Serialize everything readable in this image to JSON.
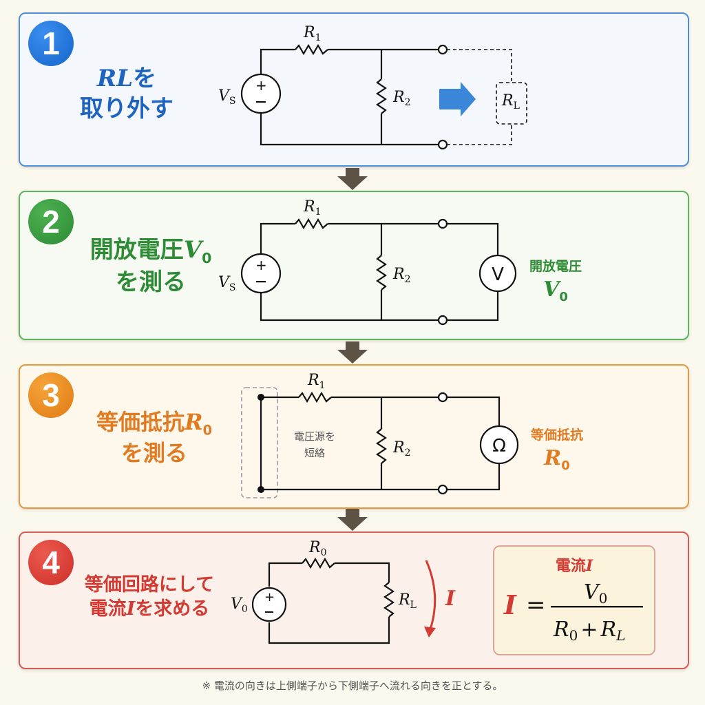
{
  "colors": {
    "step1": "#1d63bf",
    "step2": "#2e8b35",
    "step3": "#e07b22",
    "step4": "#d23a33",
    "arrow": "#5c5346",
    "blue_arrow": "#3a86d8"
  },
  "steps": [
    {
      "number": "1",
      "title_line1_math": "RL",
      "title_line1_text": "を",
      "title_line2": "取り外す",
      "labels": {
        "r1": "R",
        "r1_sub": "1",
        "r2": "R",
        "r2_sub": "2",
        "vs": "V",
        "vs_sub": "S",
        "rl": "R",
        "rl_sub": "L"
      },
      "icons": [
        "voltage-source-icon",
        "resistor-icon",
        "right-arrow-icon"
      ]
    },
    {
      "number": "2",
      "title_line1_text": "開放電圧",
      "title_line1_math": "V",
      "title_line1_sub": "0",
      "title_line2": "を測る",
      "meter_symbol": "V",
      "side_label": "開放電圧",
      "side_math": "V",
      "side_sub": "0",
      "labels": {
        "r1": "R",
        "r1_sub": "1",
        "r2": "R",
        "r2_sub": "2",
        "vs": "V",
        "vs_sub": "S"
      }
    },
    {
      "number": "3",
      "title_line1_text": "等価抵抗",
      "title_line1_math": "R",
      "title_line1_sub": "0",
      "title_line2": "を測る",
      "meter_symbol": "Ω",
      "short_note_line1": "電圧源を",
      "short_note_line2": "短絡",
      "side_label": "等価抵抗",
      "side_math": "R",
      "side_sub": "0",
      "labels": {
        "r1": "R",
        "r1_sub": "1",
        "r2": "R",
        "r2_sub": "2"
      }
    },
    {
      "number": "4",
      "title_line1": "等価回路にして",
      "title_line2_pre": "電流",
      "title_line2_math": "I",
      "title_line2_post": "を求める",
      "labels": {
        "r0": "R",
        "r0_sub": "0",
        "rl": "R",
        "rl_sub": "L",
        "v0": "V",
        "v0_sub": "0",
        "current": "I"
      },
      "formula": {
        "title_text": "電流",
        "title_math": "I",
        "lhs": "I",
        "equals": "=",
        "numerator": "V",
        "numerator_sub": "0",
        "denominator_a": "R",
        "denominator_a_sub": "0",
        "plus": "+",
        "denominator_b": "R",
        "denominator_b_sub": "L"
      }
    }
  ],
  "footnote": "※ 電流の向きは上側端子から下側端子へ流れる向きを正とする。"
}
